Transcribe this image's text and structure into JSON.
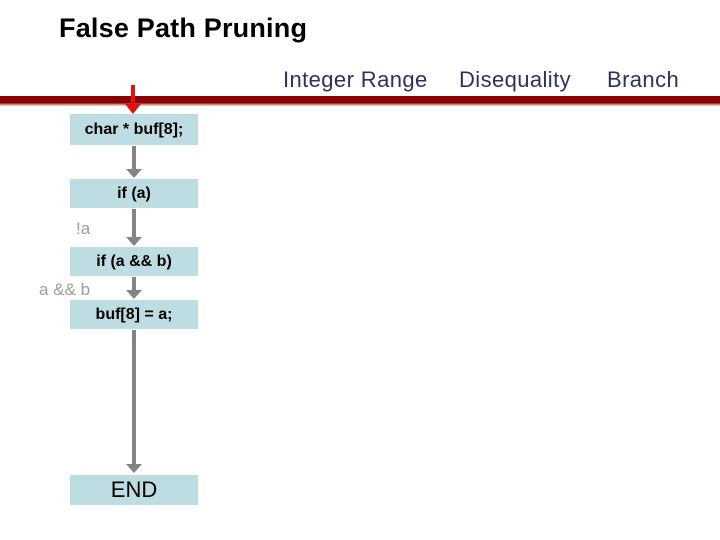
{
  "title": "False Path Pruning",
  "columns": [
    {
      "label": "Integer Range"
    },
    {
      "label": "Disequality"
    },
    {
      "label": "Branch"
    }
  ],
  "flowchart": {
    "nodes": [
      {
        "label": "char * buf[8];"
      },
      {
        "label": "if (a)"
      },
      {
        "label": "if (a && b)"
      },
      {
        "label": "buf[8] = a;"
      },
      {
        "label": "END"
      }
    ],
    "edge_labels": [
      {
        "label": "!a"
      },
      {
        "label": "a && b"
      }
    ]
  },
  "icons": {
    "entry_arrow": "red-down-arrow",
    "flow_arrow": "gray-down-arrow"
  },
  "colors": {
    "divider": "#8B0000",
    "entry_arrow": "#E01309",
    "flow_arrow": "#848484",
    "node_fill": "#BEDDE3",
    "header_text": "#303060",
    "edge_label_text": "#9C9C9C",
    "title_text": "#000000",
    "background": "#FFFFFF"
  }
}
